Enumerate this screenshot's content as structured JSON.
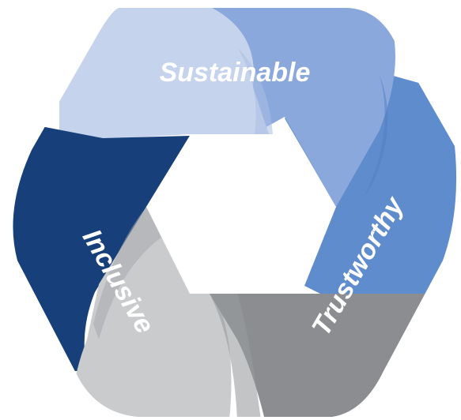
{
  "diagram": {
    "segments": [
      {
        "label": "Sustainable",
        "color_light": "#c5d3ec",
        "color_dark": "#8aa8db"
      },
      {
        "label": "Trustworthy",
        "color_light": "#5f8ccd",
        "color_dark": "#8b8d90"
      },
      {
        "label": "Inclusive",
        "color_light": "#c9cbcd",
        "color_dark": "#173f7a"
      }
    ],
    "colors": {
      "navy": "#173f7a",
      "mid_blue": "#5f8ccd",
      "light_blue": "#8aa8db",
      "pale_blue": "#c5d3ec",
      "dark_gray": "#8b8d90",
      "light_gray": "#c9cbcd"
    }
  }
}
